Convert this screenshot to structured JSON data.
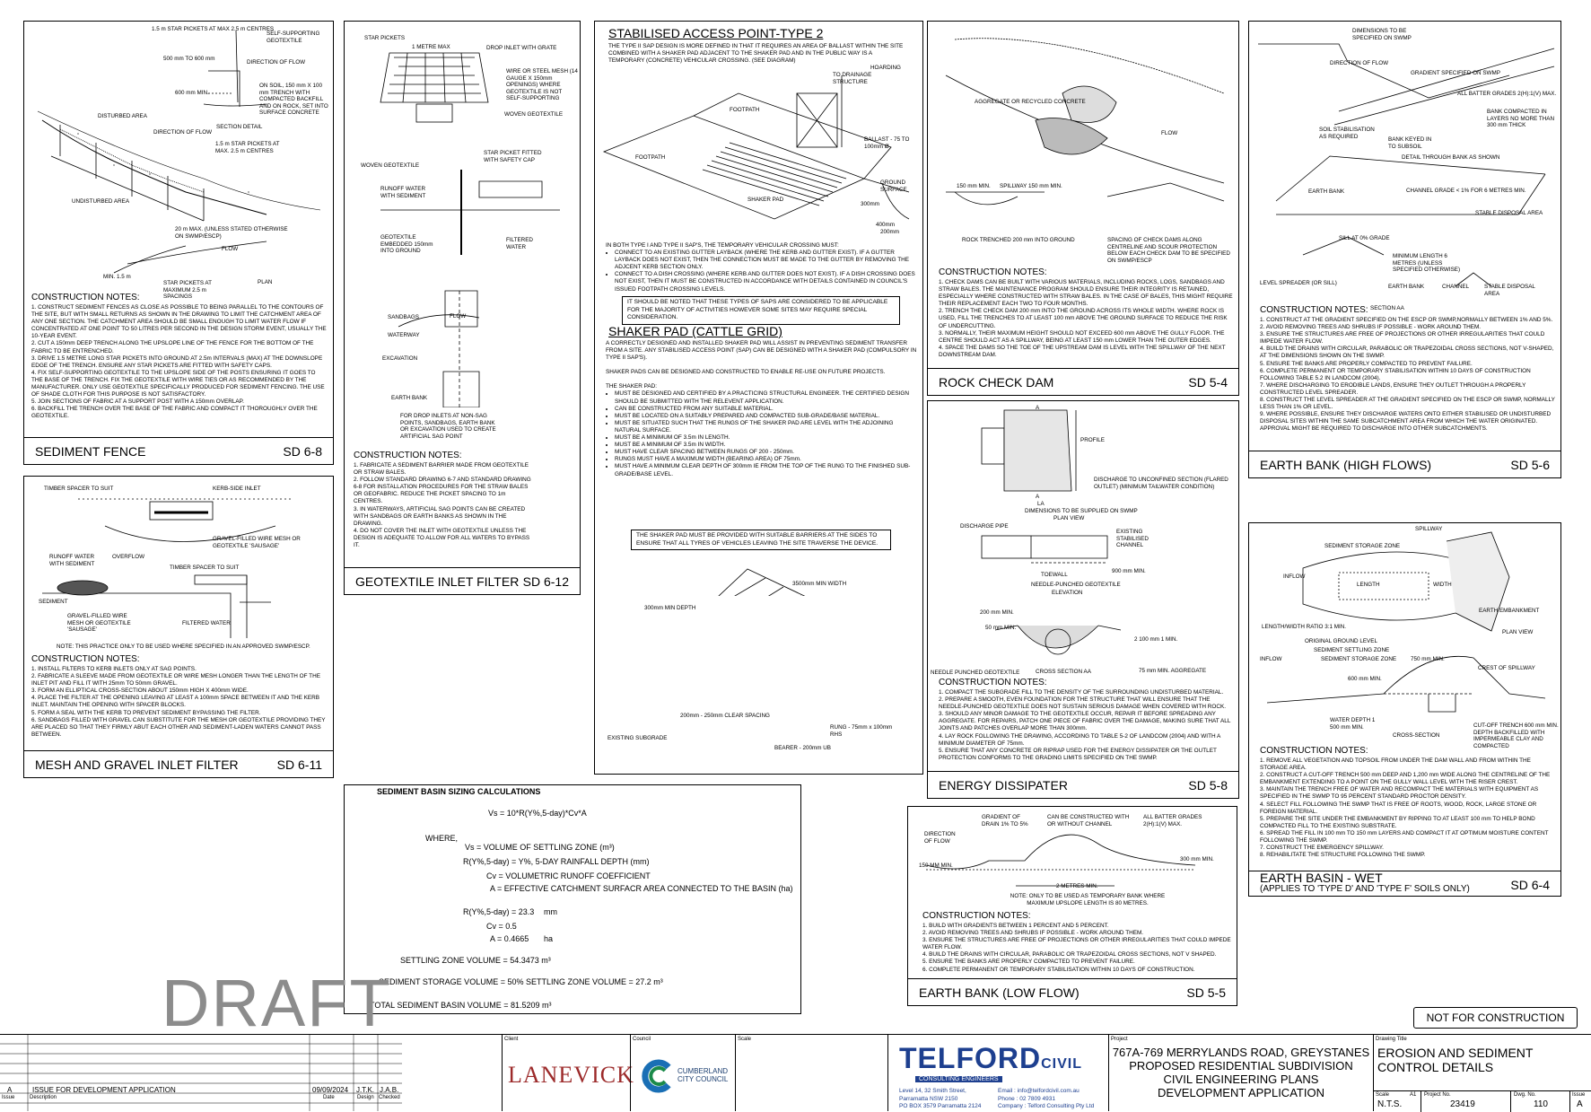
{
  "panels": {
    "sediment_fence": {
      "title": "SEDIMENT FENCE",
      "code": "SD 6-8",
      "labels": [
        "1.5 m STAR PICKETS AT MAX 2.5 m CENTRES",
        "SELF-SUPPORTING GEOTEXTILE",
        "500 mm TO 600 mm",
        "DIRECTION OF FLOW",
        "600 mm MIN.",
        "ON SOIL, 150 mm X 100 mm TRENCH WITH COMPACTED BACKFILL AND ON ROCK, SET INTO SURFACE CONCRETE",
        "DISTURBED AREA",
        "SECTION DETAIL",
        "DIRECTION OF FLOW",
        "1.5 m STAR PICKETS AT MAX. 2.5 m CENTRES",
        "UNDISTURBED AREA",
        "20 m MAX. (UNLESS STATED OTHERWISE ON SWMP/ESCP)",
        "FLOW",
        "MIN. 1.5 m",
        "STAR PICKETS AT MAXIMUM 2.5 m SPACINGS",
        "PLAN"
      ],
      "notes_heading": "CONSTRUCTION NOTES:",
      "notes": [
        "1. CONSTRUCT SEDIMENT FENCES AS CLOSE AS POSSIBLE TO BEING PARALLEL TO THE CONTOURS OF THE SITE, BUT WITH SMALL RETURNS AS SHOWN IN THE DRAWING TO LIMIT THE CATCHMENT AREA OF ANY ONE SECTION. THE CATCHMENT AREA SHOULD BE SMALL ENOUGH TO LIMIT WATER FLOW IF CONCENTRATED AT ONE POINT TO 50 LITRES PER SECOND IN THE DESIGN STORM EVENT, USUALLY THE 10-YEAR EVENT.",
        "2. CUT A 150mm DEEP TRENCH ALONG THE UPSLOPE LINE OF THE FENCE FOR THE BOTTOM OF THE FABRIC TO BE ENTRENCHED.",
        "3. DRIVE 1.5 METRE LONG STAR PICKETS INTO GROUND AT 2.5m INTERVALS (MAX) AT THE DOWNSLOPE EDGE OF THE TRENCH. ENSURE ANY STAR PICKETS ARE FITTED WITH SAFETY CAPS.",
        "4. FIX SELF-SUPPORTING GEOTEXTILE TO THE UPSLOPE SIDE OF THE POSTS ENSURING IT GOES TO THE BASE OF THE TRENCH. FIX THE GEOTEXTILE WITH WIRE TIES OR AS RECOMMENDED BY THE MANUFACTURER. ONLY USE GEOTEXTILE SPECIFICALLY PRODUCED FOR SEDIMENT FENCING. THE USE OF SHADE CLOTH FOR THIS PURPOSE IS NOT SATISFACTORY.",
        "5. JOIN SECTIONS OF FABRIC AT A SUPPORT POST WITH A 150mm OVERLAP.",
        "6. BACKFILL THE TRENCH OVER THE BASE OF THE FABRIC AND COMPACT IT THOROUGHLY OVER THE GEOTEXTILE."
      ]
    },
    "mesh_gravel": {
      "title": "MESH AND GRAVEL INLET FILTER",
      "code": "SD 6-11",
      "labels": [
        "TIMBER SPACER TO SUIT",
        "KERB-SIDE INLET",
        "GRAVEL-FILLED WIRE MESH OR GEOTEXTILE 'SAUSAGE'",
        "RUNOFF WATER WITH SEDIMENT",
        "OVERFLOW",
        "TIMBER SPACER TO SUIT",
        "SEDIMENT",
        "GRAVEL-FILLED WIRE MESH OR GEOTEXTILE 'SAUSAGE'",
        "FILTERED WATER",
        "NOTE: THIS PRACTICE ONLY TO BE USED WHERE SPECIFIED IN AN APPROVED SWMP/ESCP."
      ],
      "notes_heading": "CONSTRUCTION NOTES:",
      "notes": [
        "1. INSTALL FILTERS TO KERB INLETS ONLY AT SAG POINTS.",
        "2. FABRICATE A SLEEVE MADE FROM GEOTEXTILE OR WIRE MESH LONGER THAN THE LENGTH OF THE INLET PIT AND FILL IT WITH 25mm TO 50mm GRAVEL.",
        "3. FORM AN ELLIPTICAL CROSS-SECTION ABOUT 150mm HIGH X 400mm WIDE.",
        "4. PLACE THE FILTER AT THE OPENING LEAVING AT LEAST A 100mm SPACE BETWEEN IT AND THE KERB INLET. MAINTAIN THE OPENING WITH SPACER BLOCKS.",
        "5. FORM A SEAL WITH THE KERB TO PREVENT SEDIMENT BYPASSING THE FILTER.",
        "6. SANDBAGS FILLED WITH GRAVEL CAN SUBSTITUTE FOR THE MESH OR GEOTEXTILE PROVIDING THEY ARE PLACED SO THAT THEY FIRMLY ABUT EACH OTHER AND SEDIMENT-LADEN WATERS CANNOT PASS BETWEEN."
      ]
    },
    "geotextile": {
      "title": "GEOTEXTILE INLET FILTER",
      "code": "SD 6-12",
      "labels": [
        "STAR PICKETS",
        "1 METRE MAX",
        "DROP INLET WITH GRATE",
        "WIRE OR STEEL MESH (14 GAUGE X 150mm OPENINGS) WHERE GEOTEXTILE IS NOT SELF-SUPPORTING",
        "WOVEN GEOTEXTILE",
        "STAR PICKET FITTED WITH SAFETY CAP",
        "WOVEN GEOTEXTILE",
        "RUNOFF WATER WITH SEDIMENT",
        "GEOTEXTILE EMBEDDED 150mm INTO GROUND",
        "FILTERED WATER",
        "SANDBAGS",
        "WATERWAY",
        "EXCAVATION",
        "EARTH BANK",
        "FLOW",
        "FOR DROP INLETS AT NON-SAG POINTS, SANDBAGS, EARTH BANK OR EXCAVATION USED TO CREATE ARTIFICIAL SAG POINT"
      ],
      "notes_heading": "CONSTRUCTION NOTES:",
      "notes": [
        "1. FABRICATE A SEDIMENT BARRIER MADE FROM GEOTEXTILE OR STRAW BALES.",
        "2. FOLLOW STANDARD DRAWING 6-7 AND STANDARD DRAWING 6-8 FOR INSTALLATION PROCEDURES FOR THE STRAW BALES OR GEOFABRIC. REDUCE THE PICKET SPACING TO 1m CENTRES.",
        "3. IN WATERWAYS, ARTIFICIAL SAG POINTS CAN BE CREATED WITH SANDBAGS OR EARTH BANKS AS SHOWN IN THE DRAWING.",
        "4. DO NOT COVER THE INLET WITH GEOTEXTILE UNLESS THE DESIGN IS ADEQUATE TO ALLOW FOR ALL WATERS TO BYPASS IT."
      ]
    },
    "access": {
      "heading1": "STABILISED ACCESS POINT-TYPE 2",
      "intro": "THE TYPE II SAP DESIGN IS MORE DEFINED IN THAT IT REQUIRES AN AREA OF BALLAST WITHIN THE SITE COMBINED WITH A SHAKER PAD ADJACENT TO THE SHAKER PAD AND IN THE PUBLIC WAY IS A TEMPORARY (CONCRETE) VEHICULAR CROSSING. (SEE DIAGRAM)",
      "labels": [
        "TO DRAINAGE STRUCTURE",
        "HOARDING",
        "FOOTPATH",
        "FOOTPATH",
        "BALLAST - 75 TO 100mm Ø",
        "GROUND SURFACE",
        "SHAKER PAD",
        "300mm",
        "400mm",
        "200mm"
      ],
      "both_intro": "IN BOTH TYPE I AND TYPE II SAP'S, THE TEMPORARY VEHICULAR CROSSING MUST:",
      "both": [
        "CONNECT TO AN EXISTING GUTTER LAYBACK (WHERE THE KERB AND GUTTER EXIST). IF A GUTTER LAYBACK DOES NOT EXIST, THEN THE CONNECTION MUST BE MADE TO THE GUTTER BY REMOVING THE ADJCENT KERB SECTION ONLY.",
        "CONNECT TO A DISH CROSSING (WHERE KERB AND GUTTER DOES NOT EXIST). IF A DISH CROSSING DOES NOT EXIST, THEN IT MUST BE CONSTRUCTED IN ACCORDANCE WITH DETAILS CONTAINED IN COUNCIL'S ISSUED FOOTPATH CROSSING LEVELS."
      ],
      "box1": "IT SHOULD BE NOTED THAT THESE TYPES OF SAPS ARE CONSIDERED TO BE APPLICABLE FOR THE MAJORITY OF ACTIVITIES HOWEVER SOME SITES MAY REQUIRE SPECIAL CONSIDERATION.",
      "heading2": "SHAKER PAD (CATTLE GRID)",
      "p1": "A CORRECTLY DESIGNED AND INSTALLED SHAKER PAD WILL ASSIST IN PREVENTING SEDIMENT TRANSFER FROM A SITE. ANY STABILISED ACCESS POINT (SAP) CAN BE DESIGNED WITH A SHAKER PAD (COMPULSORY IN TYPE II SAP'S).",
      "p2": "SHAKER PADS CAN BE DESIGNED AND CONSTRUCTED TO ENABLE RE-USE ON FUTURE PROJECTS.",
      "p3": "THE SHAKER PAD:",
      "list": [
        "MUST BE DESIGNED AND CERTIFIED BY A PRACTICING STRUCTURAL ENGINEER. THE CERTIFIED DESIGN SHOULD BE SUBMITTED WITH THE RELEVENT APPLICATION.",
        "CAN BE CONSTRUCTED FROM ANY SUITABLE MATERIAL.",
        "MUST BE LOCATED ON A SUITABLY PREPARED AND COMPACTED SUB-GRADE/BASE MATERIAL.",
        "MUST BE SITUATED SUCH THAT THE RUNGS OF THE SHAKER PAD ARE LEVEL WITH THE ADJOINING NATURAL SURFACE.",
        "MUST BE A MINIMUM OF 3.5m IN LENGTH.",
        "MUST BE A MINIMUM OF 3.5m IN WIDTH.",
        "MUST HAVE CLEAR SPACING BETWEEN RUNGS OF 200 - 250mm.",
        "RUNGS MUST HAVE A MAXIMUM WIDTH (BEARING AREA) OF 75mm.",
        "MUST HAVE A MINIMUM CLEAR DEPTH OF 300mm IE FROM THE TOP OF THE RUNG TO THE FINISHED SUB-GRADE/BASE LEVEL."
      ],
      "box2": "THE SHAKER PAD MUST BE PROVIDED WITH SUITABLE BARRIERS AT THE SIDES TO ENSURE THAT ALL TYRES OF VEHICLES LEAVING THE SITE TRAVERSE THE DEVICE.",
      "pad_labels": [
        "3500mm MIN WIDTH",
        "300mm MIN DEPTH",
        "EXISTING SUBGRADE",
        "RUNG - 75mm x 100mm RHS",
        "BEARER - 200mm UB",
        "200mm - 250mm CLEAR SPACING"
      ]
    },
    "rock_check": {
      "title": "ROCK CHECK DAM",
      "code": "SD 5-4",
      "labels": [
        "AGGREGATE OR RECYCLED CONCRETE",
        "FLOW",
        "150 mm MIN.",
        "SPILLWAY 150 mm MIN.",
        "ROCK TRENCHED 200 mm INTO GROUND",
        "SPACING OF CHECK DAMS ALONG CENTRELINE AND SCOUR PROTECTION BELOW EACH CHECK DAM TO BE SPECIFIED ON SWMP/ESCP"
      ],
      "notes_heading": "CONSTRUCTION NOTES:",
      "notes": [
        "1. CHECK DAMS CAN BE BUILT WITH VARIOUS MATERIALS, INCLUDING ROCKS, LOGS, SANDBAGS AND STRAW BALES. THE MAINTENANCE PROGRAM SHOULD ENSURE THEIR INTEGRITY IS RETAINED, ESPECIALLY WHERE CONSTRUCTED WITH STRAW BALES. IN THE CASE OF BALES, THIS MIGHT REQUIRE THEIR REPLACEMENT EACH TWO TO FOUR MONTHS.",
        "2. TRENCH THE CHECK DAM 200 mm INTO THE GROUND ACROSS ITS WHOLE WIDTH. WHERE ROCK IS USED, FILL THE TRENCHES TO AT LEAST 100 mm ABOVE THE GROUND SURFACE TO REDUCE THE RISK OF UNDERCUTTING.",
        "3. NORMALLY, THEIR MAXIMUM HEIGHT SHOULD NOT EXCEED 600 mm ABOVE THE GULLY FLOOR. THE CENTRE SHOULD ACT AS A SPILLWAY, BEING AT LEAST 150 mm LOWER THAN THE OUTER EDGES.",
        "4. SPACE THE DAMS SO THE TOE OF THE UPSTREAM DAM IS LEVEL WITH THE SPILLWAY OF THE NEXT DOWNSTREAM DAM."
      ]
    },
    "energy": {
      "title": "ENERGY DISSIPATER",
      "code": "SD 5-8",
      "labels": [
        "PROFILE",
        "DISCHARGE TO UNCONFINED SECTION (FLARED OUTLET) (MINIMUM TAILWATER CONDITION)",
        "DIMENSIONS TO BE SUPPLIED ON SWMP",
        "PLAN VIEW",
        "DISCHARGE PIPE",
        "EXISTING STABILISED CHANNEL",
        "TOEWALL",
        "900 mm MIN.",
        "NEEDLE-PUNCHED GEOTEXTILE",
        "ELEVATION",
        "200 mm MIN.",
        "50 mm MIN.",
        "2 100 mm 1 MIN.",
        "NEEDLE PUNCHED GEOTEXTILE",
        "CROSS SECTION AA",
        "75 mm MIN. AGGREGATE",
        "LA",
        "A",
        "A"
      ],
      "notes_heading": "CONSTRUCTION NOTES:",
      "notes": [
        "1. COMPACT THE SUBGRADE FILL TO THE DENSITY OF THE SURROUNDING UNDISTURBED MATERIAL.",
        "2. PREPARE A SMOOTH, EVEN FOUNDATION FOR THE STRUCTURE THAT WILL ENSURE THAT THE NEEDLE-PUNCHED GEOTEXTILE DOES NOT SUSTAIN SERIOUS DAMAGE WHEN COVERED WITH ROCK.",
        "3. SHOULD ANY MINOR DAMAGE TO THE GEOTEXTILE OCCUR, REPAIR IT BEFORE SPREADING ANY AGGREGATE. FOR REPAIRS, PATCH ONE PIECE OF FABRIC OVER THE DAMAGE, MAKING SURE THAT ALL JOINTS AND PATCHES OVERLAP MORE THAN 300mm.",
        "4. LAY ROCK FOLLOWING THE DRAWING, ACCORDING TO TABLE 5-2 OF LANDCOM (2004) AND WITH A MINIMUM DIAMETER OF 75mm.",
        "5. ENSURE THAT ANY CONCRETE OR RIPRAP USED FOR THE ENERGY DISSIPATER OR THE OUTLET PROTECTION CONFORMS TO THE GRADING LIMITS SPECIFIED ON THE SWMP."
      ]
    },
    "earth_low": {
      "title": "EARTH BANK  (LOW FLOW)",
      "code": "SD 5-5",
      "labels": [
        "GRADIENT OF DRAIN 1% TO 5%",
        "CAN BE CONSTRUCTED WITH OR WITHOUT CHANNEL",
        "ALL BATTER GRADES 2(H):1(V) MAX.",
        "DIRECTION OF FLOW",
        "150 MM MIN.",
        "300 mm MIN.",
        "2 METRES MIN.",
        "NOTE: ONLY TO BE USED AS TEMPORARY BANK WHERE MAXIMUM UPSLOPE LENGTH IS 80 METRES."
      ],
      "notes_heading": "CONSTRUCTION NOTES:",
      "notes": [
        "1. BUILD WITH GRADIENTS BETWEEN 1 PERCENT AND 5 PERCENT.",
        "2. AVOID REMOVING TREES AND SHRUBS IF POSSIBLE - WORK AROUND THEM.",
        "3. ENSURE THE STRUCTURES ARE FREE OF PROJECTIONS OR OTHER IRREGULARITIES THAT COULD IMPEDE WATER FLOW.",
        "4. BUILD THE DRAINS WITH CIRCULAR, PARABOLIC OR TRAPEZOIDAL CROSS SECTIONS, NOT V SHAPED.",
        "5. ENSURE THE BANKS ARE PROPERLY COMPACTED TO PREVENT FAILURE.",
        "6. COMPLETE PERMANENT OR TEMPORARY STABILISATION WITHIN 10 DAYS OF CONSTRUCTION."
      ]
    },
    "earth_high": {
      "title": "EARTH BANK  (HIGH FLOWS)",
      "code": "SD 5-6",
      "labels": [
        "DIMENSIONS TO BE SPECIFIED ON SWMP",
        "DIRECTION OF FLOW",
        "GRADIENT SPECIFIED ON SWMP",
        "ALL BATTER GRADES 2(H):1(V) MAX.",
        "BANK COMPACTED IN LAYERS NO MORE THAN 300 mm THICK",
        "SOIL STABILISATION AS REQUIRED",
        "BANK KEYED IN TO SUBSOIL",
        "DETAIL THROUGH BANK AS SHOWN",
        "EARTH BANK",
        "CHANNEL GRADE < 1% FOR 6 METRES MIN.",
        "STABLE DISPOSAL AREA",
        "SILL AT 0% GRADE",
        "MINIMUM LENGTH 6 METRES (UNLESS SPECIFIED OTHERWISE)",
        "LEVEL SPREADER (OR SILL)",
        "EARTH BANK",
        "CHANNEL",
        "STABLE DISPOSAL AREA",
        "SECTION AA"
      ],
      "notes_heading": "CONSTRUCTION NOTES:",
      "notes": [
        "1. CONSTRUCT AT THE GRADIENT SPECIFIED ON THE ESCP OR SWMP,NORMALLY BETWEEN 1% AND 5%.",
        "2. AVOID REMOVING TREES AND SHRUBS IF POSSIBLE - WORK AROUND THEM.",
        "3. ENSURE THE STRUCTURES ARE FREE OF PROJECTIONS OR OTHER IRREGULARITIES THAT COULD IMPEDE WATER FLOW.",
        "4. BUILD THE DRAINS WITH CIRCULAR, PARABOLIC OR TRAPEZOIDAL CROSS SECTIONS, NOT V-SHAPED, AT THE DIMENSIONS SHOWN ON THE SWMP.",
        "5. ENSURE THE BANKS ARE PROPERLY COMPACTED TO PREVENT FAILURE.",
        "6. COMPLETE PERMANENT OR TEMPORARY STABILISATION WITHIN 10 DAYS OF CONSTRUCTION FOLLOWING TABLE 5.2 IN LANDCOM (2004).",
        "7. WHERE DISCHARGING TO ERODIBLE LANDS, ENSURE THEY OUTLET THROUGH A PROPERLY CONSTRUCTED LEVEL SPREADER.",
        "8. CONSTRUCT THE LEVEL SPREADER AT THE GRADIENT SPECIFIED ON THE ESCP OR SWMP, NORMALLY LESS THAN 1% OR LEVEL.",
        "9. WHERE POSSIBLE, ENSURE THEY DISCHARGE WATERS ONTO EITHER STABILISED OR UNDISTURBED DISPOSAL SITES WITHIN THE SAME SUBCATCHMENT AREA FROM WHICH THE WATER ORIGINATED. APPROVAL MIGHT BE REQUIRED TO DISCHARGE INTO OTHER SUBCATCHMENTS."
      ]
    },
    "basin_wet": {
      "title": "EARTH BASIN - WET",
      "subtitle": "(APPLIES TO 'TYPE D' AND 'TYPE F' SOILS ONLY)",
      "code": "SD 6-4",
      "labels": [
        "SPILLWAY",
        "SEDIMENT STORAGE ZONE",
        "INFLOW",
        "LENGTH",
        "WIDTH",
        "EARTH EMBANKMENT",
        "LENGTH/WIDTH RATIO 3:1 MIN.",
        "PLAN VIEW",
        "ORIGINAL GROUND LEVEL",
        "SEDIMENT SETTLING ZONE",
        "SEDIMENT STORAGE ZONE",
        "750 mm MIN.",
        "CREST OF SPILLWAY",
        "INFLOW",
        "600 mm MIN.",
        "WATER DEPTH 1 500 mm MIN.",
        "CROSS-SECTION",
        "CUT-OFF TRENCH 600 mm MIN. DEPTH BACKFILLED WITH IMPERMEABLE CLAY AND COMPACTED"
      ],
      "notes_heading": "CONSTRUCTION NOTES:",
      "notes": [
        "1. REMOVE ALL VEGETATION AND TOPSOIL FROM UNDER THE DAM WALL AND FROM WITHIN THE STORAGE AREA.",
        "2. CONSTRUCT A CUT-OFF TRENCH 500 mm DEEP AND 1,200 mm WIDE ALONG THE CENTRELINE OF THE EMBANKMENT EXTENDING TO A POINT ON THE GULLY WALL LEVEL WITH THE RISER CREST.",
        "3. MAINTAIN THE TRENCH FREE OF WATER AND RECOMPACT THE MATERIALS WITH EQUIPMENT AS SPECIFIED IN THE SWMP TO 95 PERCENT STANDARD PROCTOR DENSITY.",
        "4. SELECT FILL FOLLOWING THE SWMP THAT IS FREE OF ROOTS, WOOD, ROCK, LARGE STONE OR FOREIGN MATERIAL.",
        "5. PREPARE THE SITE UNDER THE EMBANKMENT BY RIPPING TO AT LEAST 100 mm TO HELP BOND COMPACTED FILL TO THE EXISTING SUBSTRATE.",
        "6. SPREAD THE FILL IN 100 mm TO 150 mm LAYERS AND COMPACT IT AT OPTIMUM MOISTURE CONTENT FOLLOWING THE SWMP.",
        "7. CONSTRUCT THE EMERGENCY SPILLWAY.",
        "8. REHABILITATE THE STRUCTURE FOLLOWING THE SWMP."
      ]
    }
  },
  "calc": {
    "heading": "SEDIMENT BASIN SIZING CALCULATIONS",
    "formula": "Vs = 10*R(Y%,5-day)*Cv*A",
    "where": "WHERE,",
    "defs": [
      "Vs = VOLUME OF SETTLING ZONE (m³)",
      "R(Y%,5-day) = Y%, 5-DAY RAINFALL DEPTH (mm)",
      "Cv = VOLUMETRIC RUNOFF COEFFICIENT",
      "A =  EFFECTIVE CATCHMENT SURFACR AREA CONNECTED TO THE BASIN (ha)"
    ],
    "r_label": "R(Y%,5-day) = 23.3",
    "r_unit": "mm",
    "cv": "Cv = 0.5",
    "a_label": "A =  0.4665",
    "a_unit": "ha",
    "settling": "SETTLING ZONE VOLUME = 54.3473  m³",
    "storage": "SEDIMENT STORAGE VOLUME =   50% SETTLING ZONE VOLUME =    27.2  m³",
    "total": "TOTAL SEDIMENT BASIN VOLUME = 81.5209  m³"
  },
  "draft": "DRAFT",
  "nfc": "NOT FOR CONSTRUCTION",
  "title_block": {
    "rev_row": {
      "rev": "A",
      "desc": "ISSUE FOR DEVELOPMENT APPLICATION",
      "date": "09/09/2024",
      "design": "J.T.K.",
      "checked": "J.A.B."
    },
    "rev_headers": [
      "Issue",
      "Description",
      "Date",
      "Design",
      "Checked"
    ],
    "client_label": "Client",
    "client_logo": "LANEVICK",
    "council_label": "Council",
    "council_name": "CUMBERLAND CITY COUNCIL",
    "scale_label": "Scale",
    "firm_main": "TELFORD",
    "firm_civil": "CIVIL",
    "firm_sub": "CONSULTING ENGINEERS",
    "firm_addr": [
      "Level 14, 32 Smith Street,",
      "Parramatta NSW 2150",
      "PO BOX 3579 Parramatta 2124"
    ],
    "firm_contact": [
      "Email : info@telfordcivil.com.au",
      "Phone : 02 7809 4931",
      "Company : Telford Consulting Pty Ltd"
    ],
    "project_label": "Project",
    "project": [
      "767A-769 MERRYLANDS ROAD, GREYSTANES",
      "PROPOSED RESIDENTIAL SUBDIVISION",
      "CIVIL ENGINEERING PLANS",
      "DEVELOPMENT APPLICATION"
    ],
    "drawing_title_label": "Drawing Title",
    "drawing_title": [
      "EROSION AND SEDIMENT",
      "CONTROL DETAILS"
    ],
    "scale_a1_label": "Scale",
    "a1": "A1",
    "scale_val": "N.T.S.",
    "project_no_label": "Project No.",
    "project_no": "23419",
    "dwg_no_label": "Dwg. No.",
    "dwg_no": "110",
    "issue_label": "Issue",
    "issue": "A"
  },
  "colors": {
    "draft": "#8c8c8c",
    "telford_blue": "#1d3f8f",
    "council_green": "#1b8a4a",
    "council_blue": "#1a6fb5",
    "lanevick": "#9c2a2a"
  }
}
